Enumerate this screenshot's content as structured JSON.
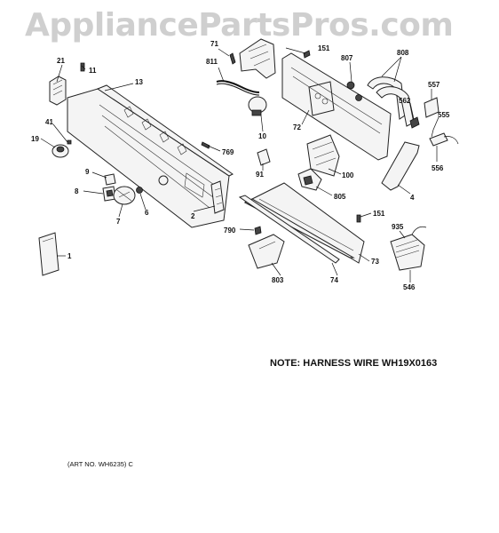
{
  "watermark": "AppliancePartsPros.com",
  "note": "NOTE: HARNESS WIRE WH19X0163",
  "art_number": "(ART NO. WH6235) C",
  "callouts": [
    "71",
    "151",
    "811",
    "807",
    "808",
    "21",
    "11",
    "13",
    "557",
    "562",
    "555",
    "556",
    "10",
    "72",
    "41",
    "19",
    "769",
    "91",
    "100",
    "9",
    "8",
    "6",
    "7",
    "2",
    "805",
    "4",
    "151",
    "935",
    "790",
    "73",
    "1",
    "803",
    "74",
    "546"
  ]
}
